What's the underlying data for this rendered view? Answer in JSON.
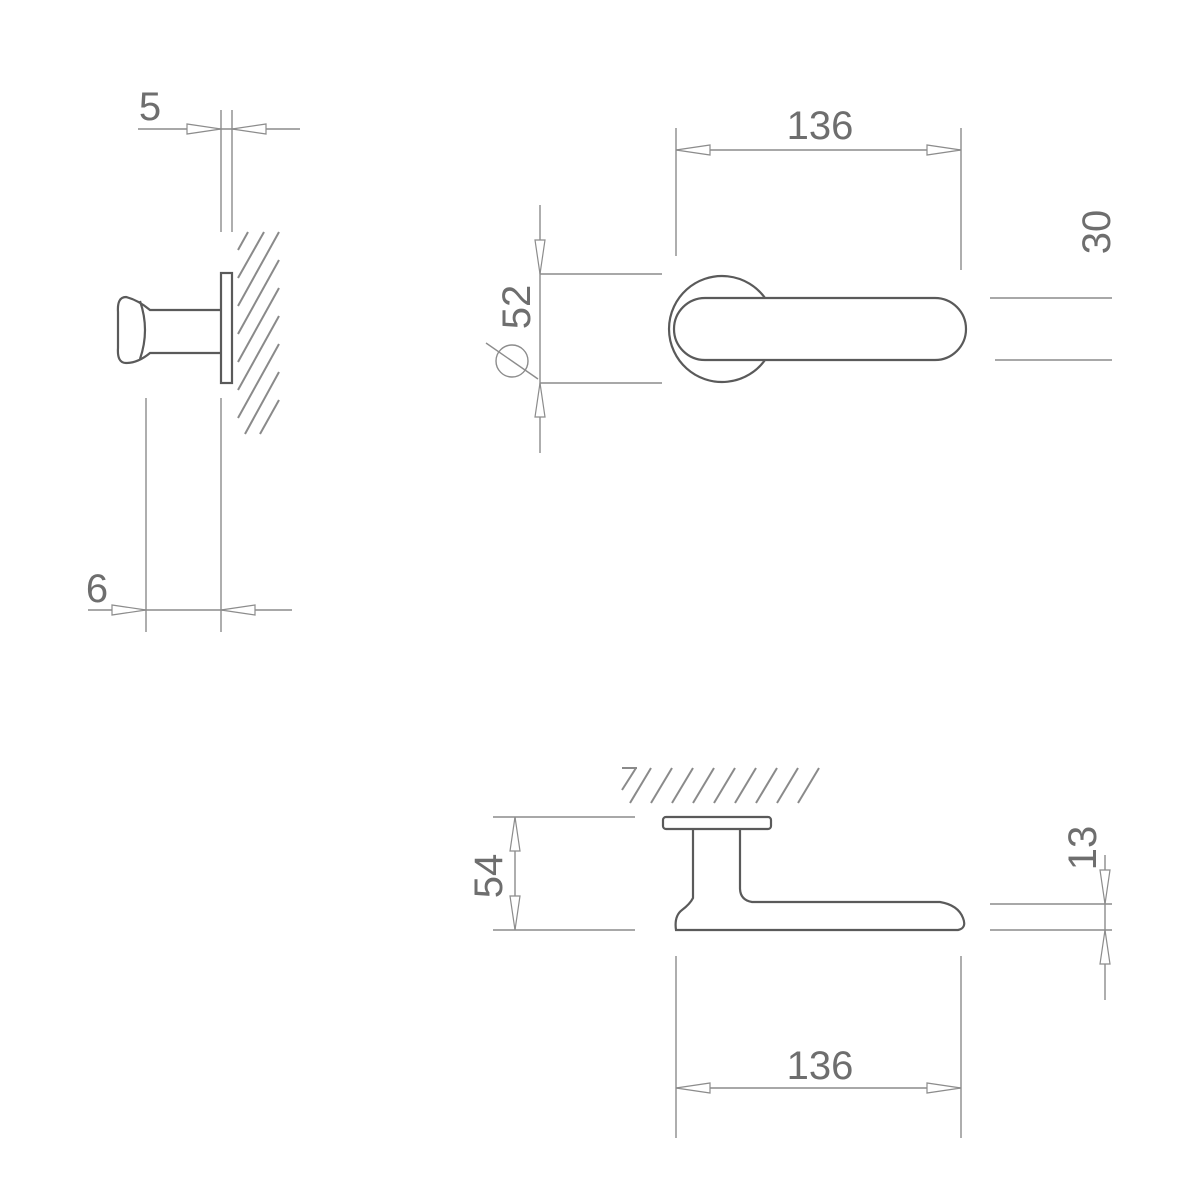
{
  "colors": {
    "line": "#8c8c8c",
    "object": "#5a5a5a",
    "text": "#6e6e6e",
    "background": "#ffffff"
  },
  "dimensions": {
    "side_plate_thickness": "5",
    "side_offset": "6",
    "front_length": "136",
    "front_rose_diameter": "52",
    "front_diameter_symbol": "⌀",
    "front_lever_width": "30",
    "top_height": "54",
    "top_lever_thickness": "13",
    "top_length": "136"
  }
}
